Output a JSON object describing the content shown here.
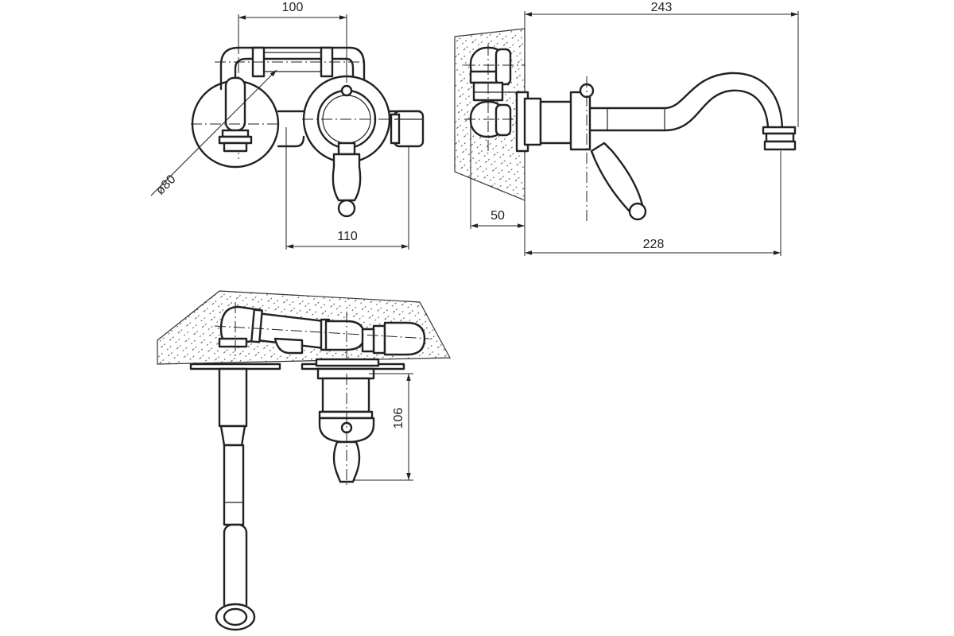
{
  "dimensions": {
    "front_width_top": "100",
    "front_diameter": "ø80",
    "front_width_bottom": "110",
    "side_total_length": "243",
    "side_wall_depth": "50",
    "side_spout_length": "228",
    "top_handle_height": "106"
  }
}
